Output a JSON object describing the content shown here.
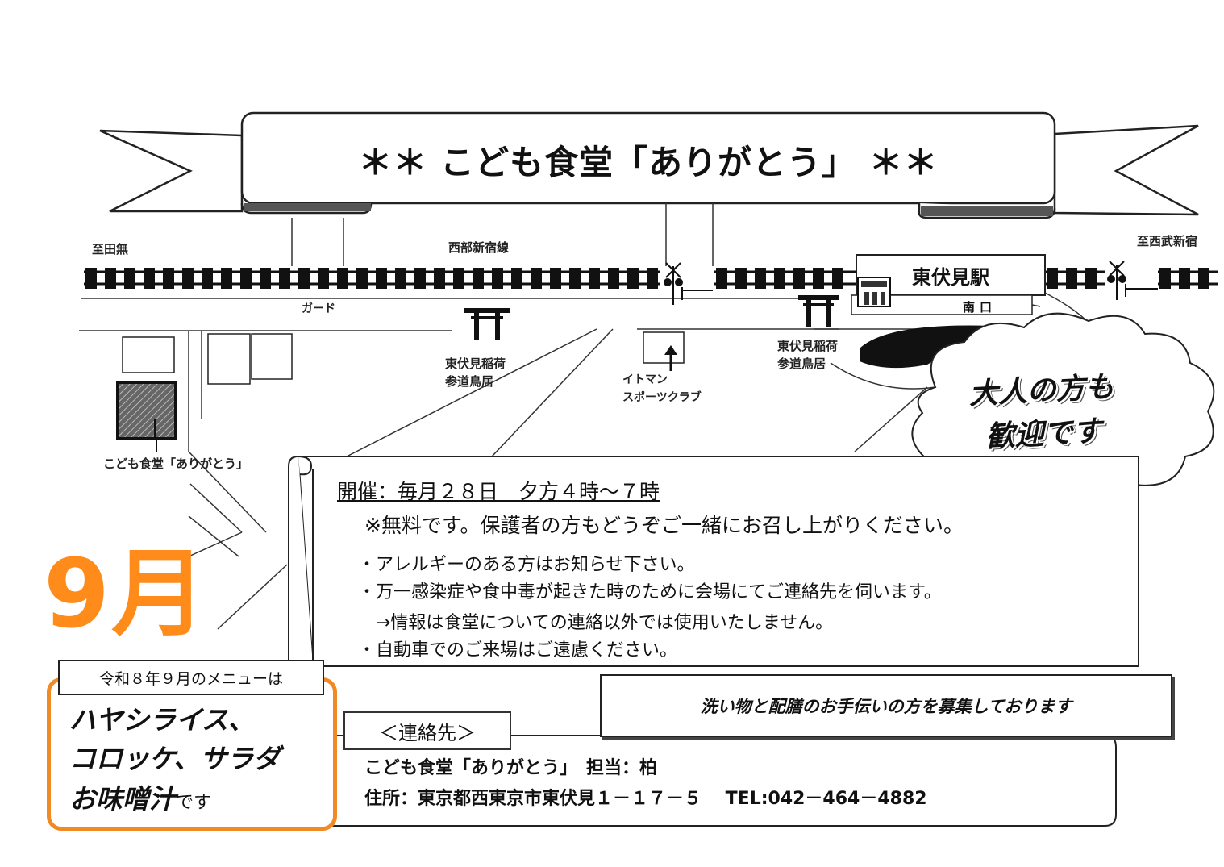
{
  "banner": {
    "title": "＊＊ こども食堂「ありがとう」 ＊＊"
  },
  "map": {
    "to_tanashi": "至田無",
    "line_name": "西部新宿線",
    "to_seibu_shinjuku": "至西武新宿",
    "guard": "ガード",
    "station_name": "東伏見駅",
    "south_exit": "南口",
    "shrine_gate_1": [
      "東伏見稲荷",
      "参道鳥居"
    ],
    "shrine_gate_2": [
      "東伏見稲荷",
      "参道鳥居"
    ],
    "sports_club": [
      "イトマン",
      "スポーツクラブ"
    ],
    "venue_label": "こども食堂「ありがとう」"
  },
  "welcome_cloud": [
    "大人の方も",
    "歓迎です"
  ],
  "info": {
    "schedule": "開催：毎月２８日　夕方４時～７時",
    "free_note": "※無料です。保護者の方もどうぞご一緒にお召し上がりください。",
    "notices": [
      "・アレルギーのある方はお知らせ下さい。",
      "・万一感染症や食中毒が起きた時のために会場にてご連絡先を伺います。",
      "　→情報は食堂についての連絡以外では使用いたしません。",
      "・自動車でのご来場はご遠慮ください。"
    ]
  },
  "help_wanted": "洗い物と配膳のお手伝いの方を募集しております",
  "contact": {
    "heading": "＜連絡先＞",
    "name_line": "こども食堂「ありがとう」　担当：柏",
    "address_line": "住所：東京都西東京市東伏見１－１７－５　 TEL:042－464－4882"
  },
  "month": "9月",
  "menu": {
    "tab_label": "令和８年９月のメニューは",
    "items": [
      "ハヤシライス、",
      "コロッケ、サラダ",
      "お味噌汁"
    ],
    "suffix": "です"
  },
  "colors": {
    "accent_orange": "#f08a24",
    "ink": "#111111",
    "paper": "#ffffff"
  }
}
